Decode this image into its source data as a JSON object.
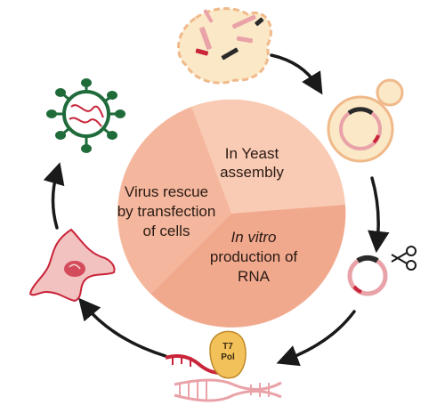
{
  "center": {
    "segments": [
      {
        "id": "yeast",
        "lines": [
          "In Yeast",
          "assembly"
        ],
        "color": "#f9cbb4"
      },
      {
        "id": "invitro",
        "lines": [
          "In vitro",
          "production of",
          "RNA"
        ],
        "color": "#f1a98e",
        "italic_first": true
      },
      {
        "id": "rescue",
        "lines": [
          "Virus rescue",
          "by transfection",
          "of cells"
        ],
        "color": "#f4b79d"
      }
    ]
  },
  "pol_label": [
    "T7",
    "Pol"
  ],
  "colors": {
    "arrow": "#1a1a1a",
    "dna_red": "#c9243a",
    "pink": "#e9a3a8",
    "yeast_fill": "#fbe8c6",
    "yeast_border": "#f0b98a",
    "virus_green": "#1f6b3a",
    "pol_fill": "#f3c15a"
  },
  "icons": [
    "dna-fragments-icon",
    "yeast-cell-icon",
    "plasmid-scissors-icon",
    "t7-polymerase-icon",
    "host-cell-icon",
    "virus-icon"
  ]
}
